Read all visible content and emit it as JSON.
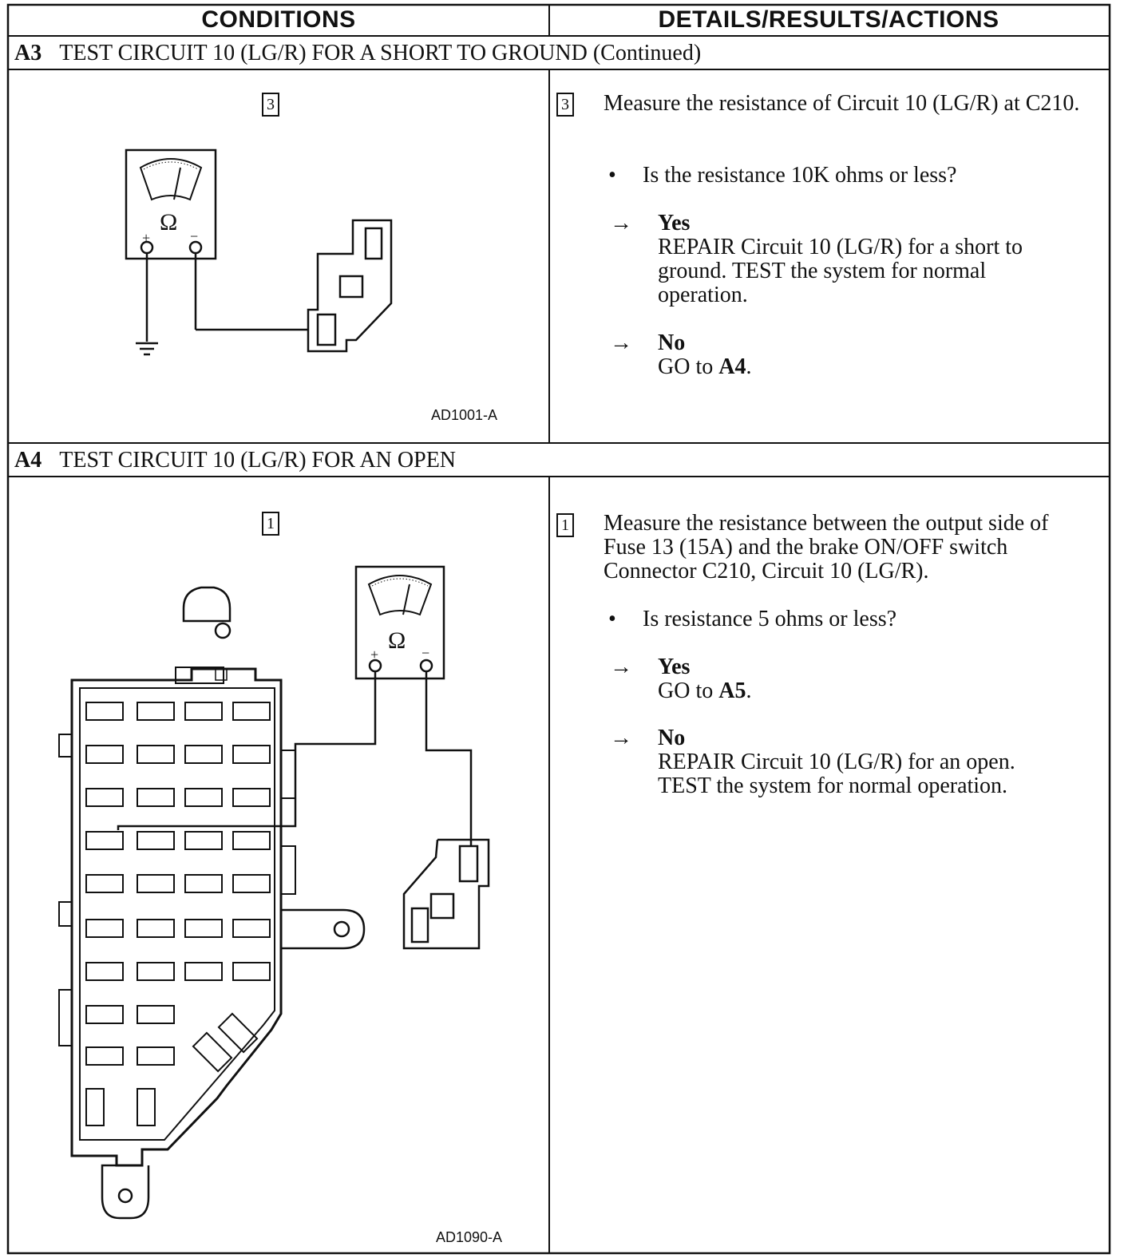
{
  "header": {
    "conditions": "CONDITIONS",
    "details": "DETAILS/RESULTS/ACTIONS"
  },
  "a3": {
    "num": "A3",
    "title": "TEST CIRCUIT 10 (LG/R) FOR A SHORT TO GROUND (Continued)",
    "step_marker": "3",
    "step_text": "Measure the resistance of Circuit 10 (LG/R) at C210.",
    "question": "Is the resistance 10K ohms or less?",
    "yes_label": "Yes",
    "yes_text": "REPAIR Circuit 10 (LG/R) for a short to ground. TEST the system for normal operation.",
    "no_label": "No",
    "no_text_prefix": "GO to ",
    "no_target": "A4",
    "no_text_suffix": ".",
    "figure_id": "AD1001-A"
  },
  "a4": {
    "num": "A4",
    "title": "TEST CIRCUIT 10 (LG/R) FOR AN OPEN",
    "step_marker": "1",
    "step_text": "Measure the resistance between the output side of Fuse 13 (15A) and the brake ON/OFF switch Connector C210, Circuit 10 (LG/R).",
    "question": "Is resistance 5 ohms or less?",
    "yes_label": "Yes",
    "yes_text_prefix": "GO to ",
    "yes_target": "A5",
    "yes_text_suffix": ".",
    "no_label": "No",
    "no_text": "REPAIR Circuit 10 (LG/R) for an open. TEST the system for normal operation.",
    "figure_id": "AD1090-A"
  },
  "symbols": {
    "bullet": "•",
    "arrow": "→",
    "ohm": "Ω",
    "plus": "+",
    "minus": "−"
  }
}
